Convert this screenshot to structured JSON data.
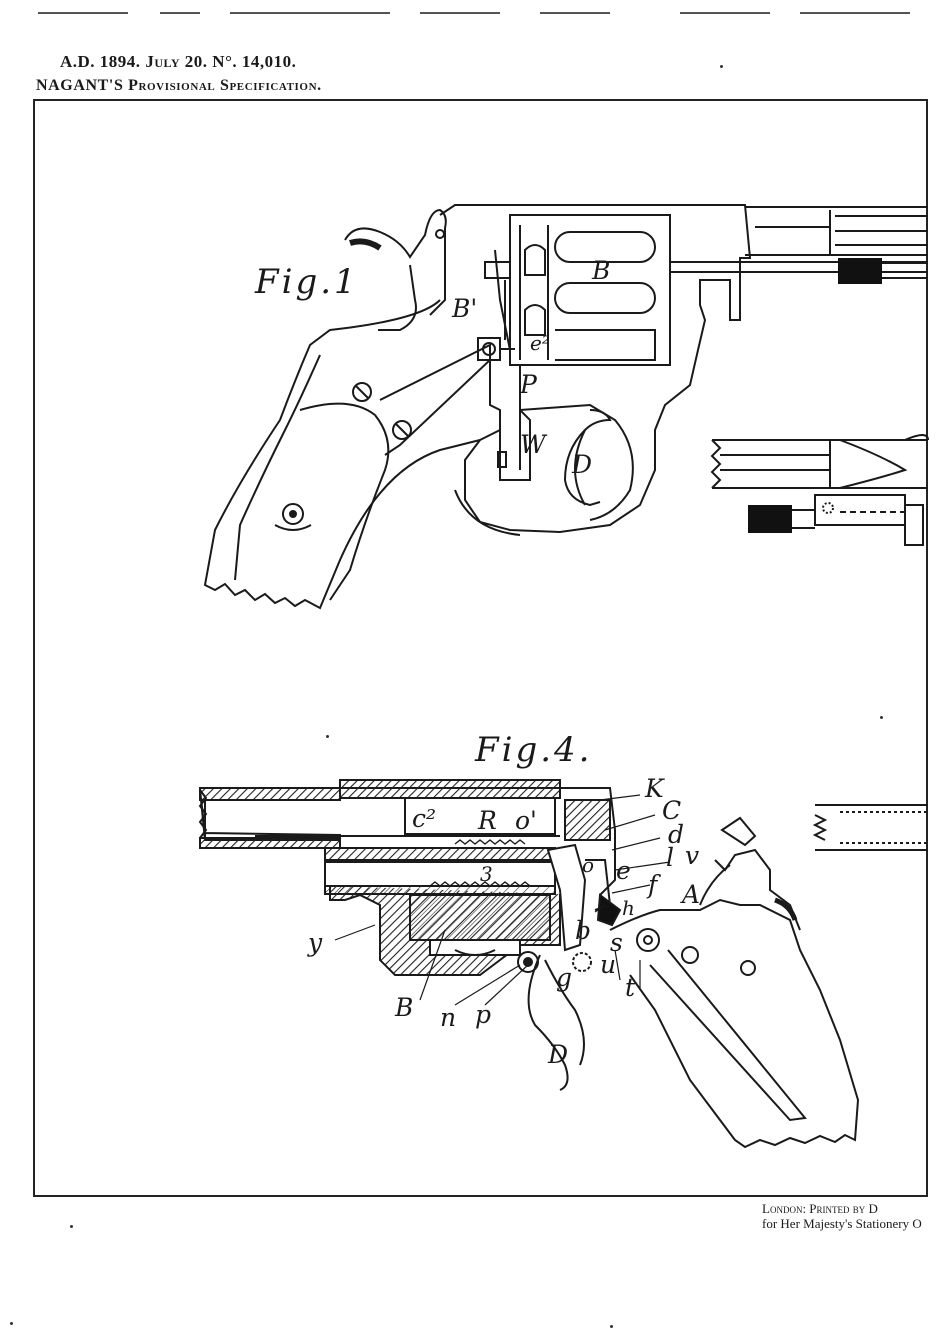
{
  "header": {
    "ad": "A.D. 1894.",
    "date": "July 20.",
    "number": "N°. 14,010.",
    "title": "NAGANT'S Provisional Specification."
  },
  "figures": {
    "fig1": {
      "label": "Fig.1",
      "parts": {
        "B": "B",
        "B1": "B'",
        "e2": "e²",
        "P": "P",
        "W": "W",
        "D": "D"
      }
    },
    "fig4": {
      "label": "Fig.4.",
      "parts": {
        "K": "K",
        "C": "C",
        "c2": "c²",
        "R": "R",
        "o1": "o'",
        "d": "d",
        "l": "l",
        "v": "v",
        "e": "e",
        "o": "o",
        "f": "f",
        "A": "A",
        "h": "h",
        "three": "3",
        "y": "y",
        "b": "b",
        "s": "s",
        "u": "u",
        "g": "g",
        "t": "t",
        "B": "B",
        "n": "n",
        "p": "p",
        "D": "D"
      }
    }
  },
  "imprint": {
    "line1": "London: Printed by D",
    "line2": "for Her Majesty's Stationery O"
  }
}
